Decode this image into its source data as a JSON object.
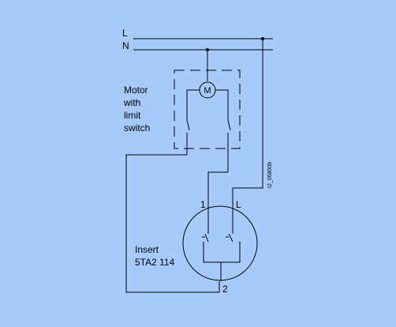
{
  "diagram": {
    "rail_l_label": "L",
    "rail_n_label": "N",
    "motor_symbol": "M",
    "motor_caption": [
      "Motor",
      "with",
      "limit",
      "switch"
    ],
    "insert_caption": [
      "Insert",
      "5TA2 114"
    ],
    "terminal_1": "1",
    "terminal_l": "L",
    "terminal_2": "2",
    "drawing_code": "I2_06800b"
  }
}
